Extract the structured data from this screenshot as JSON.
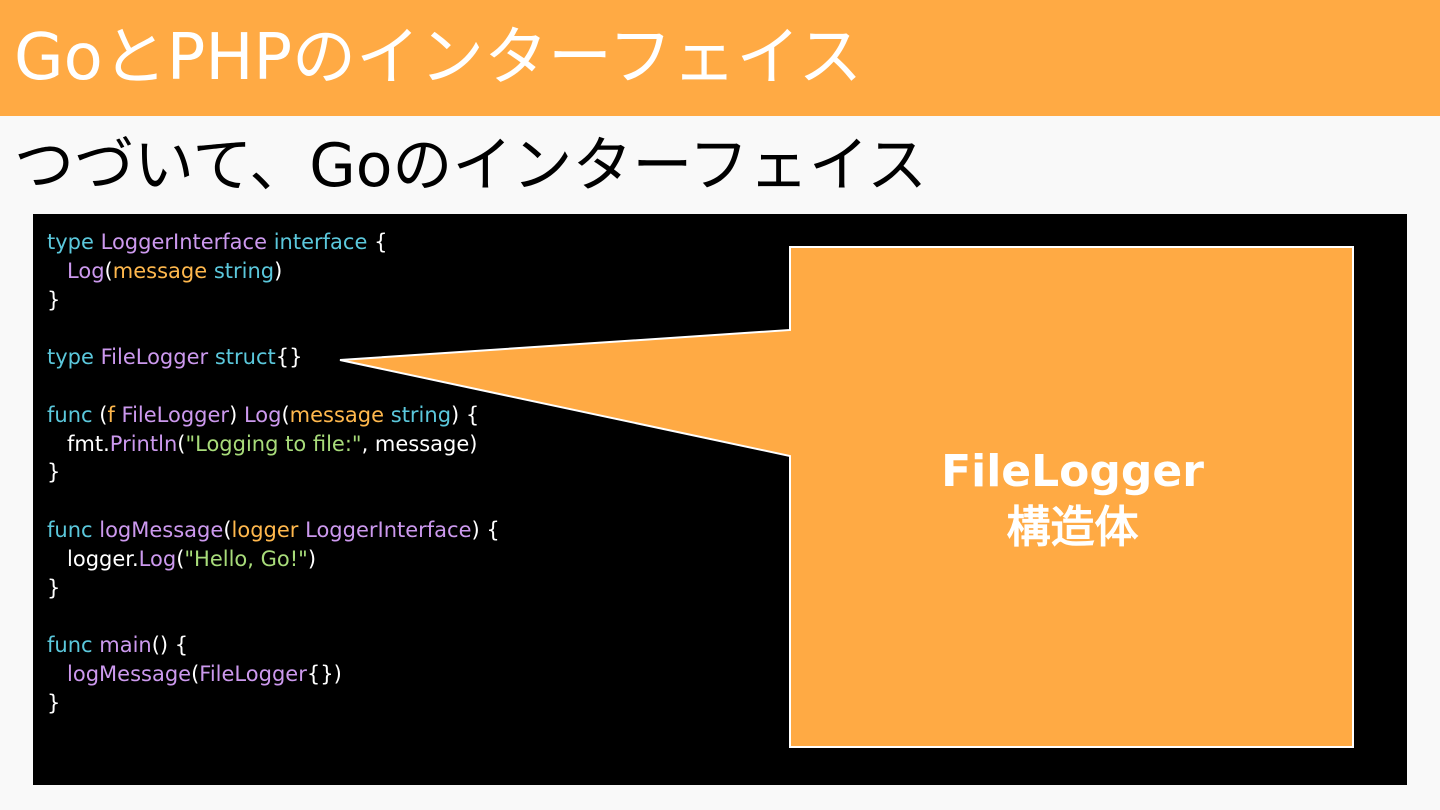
{
  "header": {
    "title": "GoとPHPのインターフェイス"
  },
  "subtitle": "つづいて、Goのインターフェイス",
  "colors": {
    "header_bg": "#ffaa44",
    "callout_bg": "#ffaa44",
    "code_bg": "#000000",
    "keyword": "#5bc8dc",
    "type_name": "#cc99ee",
    "param": "#ffb84d",
    "string": "#a8dc7a"
  },
  "code": {
    "lines": [
      [
        {
          "t": "type",
          "c": "kw"
        },
        {
          "t": " ",
          "c": "pl"
        },
        {
          "t": "LoggerInterface",
          "c": "ty"
        },
        {
          "t": " ",
          "c": "pl"
        },
        {
          "t": "interface",
          "c": "kw"
        },
        {
          "t": " {",
          "c": "pl"
        }
      ],
      [
        {
          "t": "   ",
          "c": "pl"
        },
        {
          "t": "Log",
          "c": "fn"
        },
        {
          "t": "(",
          "c": "pl"
        },
        {
          "t": "message",
          "c": "pa"
        },
        {
          "t": " ",
          "c": "pl"
        },
        {
          "t": "string",
          "c": "kw"
        },
        {
          "t": ")",
          "c": "pl"
        }
      ],
      [
        {
          "t": "}",
          "c": "pl"
        }
      ],
      [],
      [
        {
          "t": "type",
          "c": "kw"
        },
        {
          "t": " ",
          "c": "pl"
        },
        {
          "t": "FileLogger",
          "c": "ty"
        },
        {
          "t": " ",
          "c": "pl"
        },
        {
          "t": "struct",
          "c": "kw"
        },
        {
          "t": "{}",
          "c": "pl"
        }
      ],
      [],
      [
        {
          "t": "func",
          "c": "kw"
        },
        {
          "t": " (",
          "c": "pl"
        },
        {
          "t": "f",
          "c": "pa"
        },
        {
          "t": " ",
          "c": "pl"
        },
        {
          "t": "FileLogger",
          "c": "ty"
        },
        {
          "t": ") ",
          "c": "pl"
        },
        {
          "t": "Log",
          "c": "fn"
        },
        {
          "t": "(",
          "c": "pl"
        },
        {
          "t": "message",
          "c": "pa"
        },
        {
          "t": " ",
          "c": "pl"
        },
        {
          "t": "string",
          "c": "kw"
        },
        {
          "t": ") {",
          "c": "pl"
        }
      ],
      [
        {
          "t": "   fmt.",
          "c": "pl"
        },
        {
          "t": "Println",
          "c": "fn"
        },
        {
          "t": "(",
          "c": "pl"
        },
        {
          "t": "\"Logging to file:\"",
          "c": "st"
        },
        {
          "t": ", message)",
          "c": "pl"
        }
      ],
      [
        {
          "t": "}",
          "c": "pl"
        }
      ],
      [],
      [
        {
          "t": "func",
          "c": "kw"
        },
        {
          "t": " ",
          "c": "pl"
        },
        {
          "t": "logMessage",
          "c": "fn"
        },
        {
          "t": "(",
          "c": "pl"
        },
        {
          "t": "logger",
          "c": "pa"
        },
        {
          "t": " ",
          "c": "pl"
        },
        {
          "t": "LoggerInterface",
          "c": "ty"
        },
        {
          "t": ") {",
          "c": "pl"
        }
      ],
      [
        {
          "t": "   logger.",
          "c": "pl"
        },
        {
          "t": "Log",
          "c": "fn"
        },
        {
          "t": "(",
          "c": "pl"
        },
        {
          "t": "\"Hello, Go!\"",
          "c": "st"
        },
        {
          "t": ")",
          "c": "pl"
        }
      ],
      [
        {
          "t": "}",
          "c": "pl"
        }
      ],
      [],
      [
        {
          "t": "func",
          "c": "kw"
        },
        {
          "t": " ",
          "c": "pl"
        },
        {
          "t": "main",
          "c": "fn"
        },
        {
          "t": "() {",
          "c": "pl"
        }
      ],
      [
        {
          "t": "   ",
          "c": "pl"
        },
        {
          "t": "logMessage",
          "c": "fn"
        },
        {
          "t": "(",
          "c": "pl"
        },
        {
          "t": "FileLogger",
          "c": "ty"
        },
        {
          "t": "{})",
          "c": "pl"
        }
      ],
      [
        {
          "t": "}",
          "c": "pl"
        }
      ]
    ]
  },
  "callout": {
    "line1": "FileLogger",
    "line2": "構造体"
  }
}
